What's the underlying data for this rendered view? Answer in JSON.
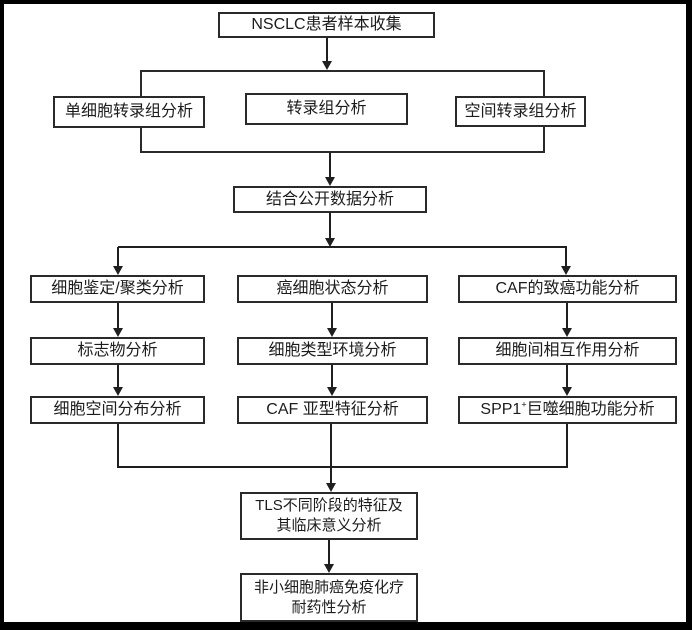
{
  "colors": {
    "frame": "#000000",
    "line": "#1f1f1f",
    "box_border": "#2a2a2a",
    "text": "#1c1c1c",
    "background": "#ffffff"
  },
  "flowchart": {
    "top_box": "NSCLC患者样本收集",
    "methods": {
      "left": "单细胞转录组分析",
      "center": "转录组分析",
      "right": "空间转录组分析"
    },
    "merge_box": "结合公开数据分析",
    "columns": [
      {
        "rows": [
          "细胞鉴定/聚类分析",
          "标志物分析",
          "细胞空间分布分析"
        ]
      },
      {
        "rows": [
          "癌细胞状态分析",
          "细胞类型环境分析",
          "CAF 亚型特征分析"
        ]
      },
      {
        "rows": [
          "CAF的致癌功能分析",
          "细胞间相互作用分析"
        ],
        "row3": {
          "base": "SPP1",
          "sup": "+",
          "rest": "巨噬细胞功能分析"
        }
      }
    ],
    "tls_box": {
      "line1": "TLS不同阶段的特征及",
      "line2": "其临床意义分析"
    },
    "final_box": {
      "line1": "非小细胞肺癌免疫化疗",
      "line2": "耐药性分析"
    }
  }
}
